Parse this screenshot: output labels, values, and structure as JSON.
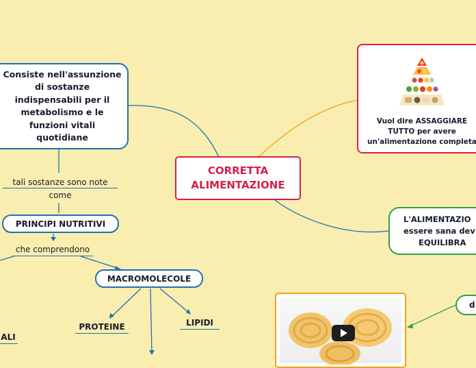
{
  "central": {
    "line1": "CORRETTA",
    "line2": "ALIMENTAZIONE"
  },
  "definition": {
    "lines": [
      "Consiste  nell'assunzione",
      "di sostanze",
      "indispensabili per il",
      "metabolismo  e le",
      "funzioni vitali",
      "quotidiane"
    ]
  },
  "tali": {
    "line1": "tali sostanze sono note",
    "line2": "come"
  },
  "principi": "PRINCIPI NUTRITIVI",
  "comprendono": "che comprendono",
  "macro": "MACROMOLECOLE",
  "proteine": "PROTEINE",
  "lipidi": "LIPIDI",
  "ali": "ALI",
  "assaggiare": {
    "icon": "food-pyramid-icon",
    "lines": [
      "Vuol dire ASSAGGIARE",
      "TUTTO  per avere",
      "un'alimentazione completa"
    ]
  },
  "equilibrata": {
    "lines": [
      "L'ALIMENTAZIO",
      "essere sana dev",
      "EQUILIBRA"
    ]
  },
  "d_node": "d",
  "media": {
    "icon": "play-icon"
  },
  "colors": {
    "central": "#d61f4a",
    "blue": "#1f6fb5",
    "orange": "#f0a020",
    "green": "#2f9e4a",
    "background": "#f9eeaf"
  }
}
